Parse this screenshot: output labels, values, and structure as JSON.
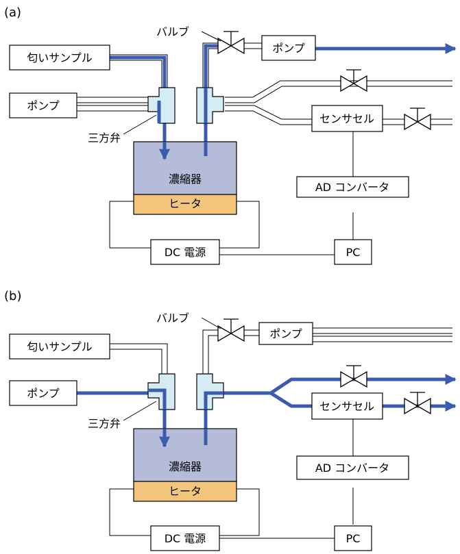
{
  "colors": {
    "flow": "#3b5bb0",
    "concentrator": "#b5bcd9",
    "heater": "#f2c47c",
    "valve_body": "#d6ecf4"
  },
  "icons": {
    "valve": "bowtie-valve-icon",
    "three_way_valve": "t-valve-icon",
    "flow_arrow": "arrow-right-icon"
  },
  "panels": [
    {
      "id": "a",
      "label": "(a)",
      "labels": {
        "valve": "バルブ",
        "sample": "匂いサンプル",
        "pump_left": "ポンプ",
        "pump_top": "ポンプ",
        "three_way_valve": "三方弁",
        "concentrator": "濃縮器",
        "heater": "ヒータ",
        "sensor_cell": "センサセル",
        "ad_converter": "AD コンバータ",
        "dc_power": "DC 電源",
        "pc": "PC"
      }
    },
    {
      "id": "b",
      "label": "(b)",
      "labels": {
        "valve": "バルブ",
        "sample": "匂いサンプル",
        "pump_left": "ポンプ",
        "pump_top": "ポンプ",
        "three_way_valve": "三方弁",
        "concentrator": "濃縮器",
        "heater": "ヒータ",
        "sensor_cell": "センサセル",
        "ad_converter": "AD コンバータ",
        "dc_power": "DC 電源",
        "pc": "PC"
      }
    }
  ]
}
